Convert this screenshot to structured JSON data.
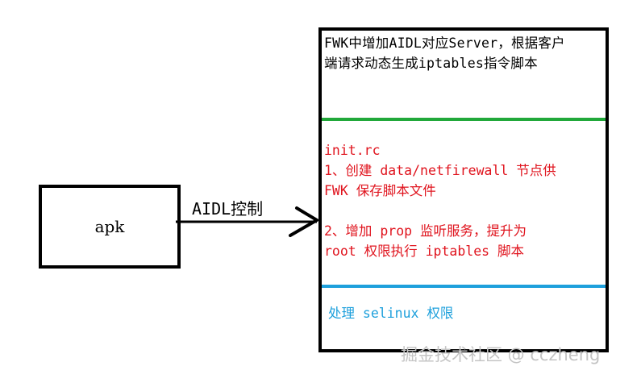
{
  "apk_box": {
    "label": "apk"
  },
  "connector": {
    "label": "AIDL控制"
  },
  "framework_box": {
    "header_lines": [
      "FWK中增加AIDL对应Server，根据客户",
      "端请求动态生成iptables指令脚本"
    ],
    "init_lines": [
      "init.rc",
      "1、创建 data/netfirewall  节点供",
      "FWK 保存脚本文件",
      "2、增加 prop 监听服务，提升为",
      "root 权限执行 iptables 脚本"
    ],
    "selinux_text": "处理 selinux 权限"
  },
  "watermark": "掘金技术社区 @ cczheng",
  "colors": {
    "border": "#000000",
    "green_divider": "#21a83a",
    "blue_divider": "#1ea0dc",
    "red_text": "#e0141e",
    "blue_text": "#1ea0dc",
    "watermark": "#c4c4c4"
  }
}
